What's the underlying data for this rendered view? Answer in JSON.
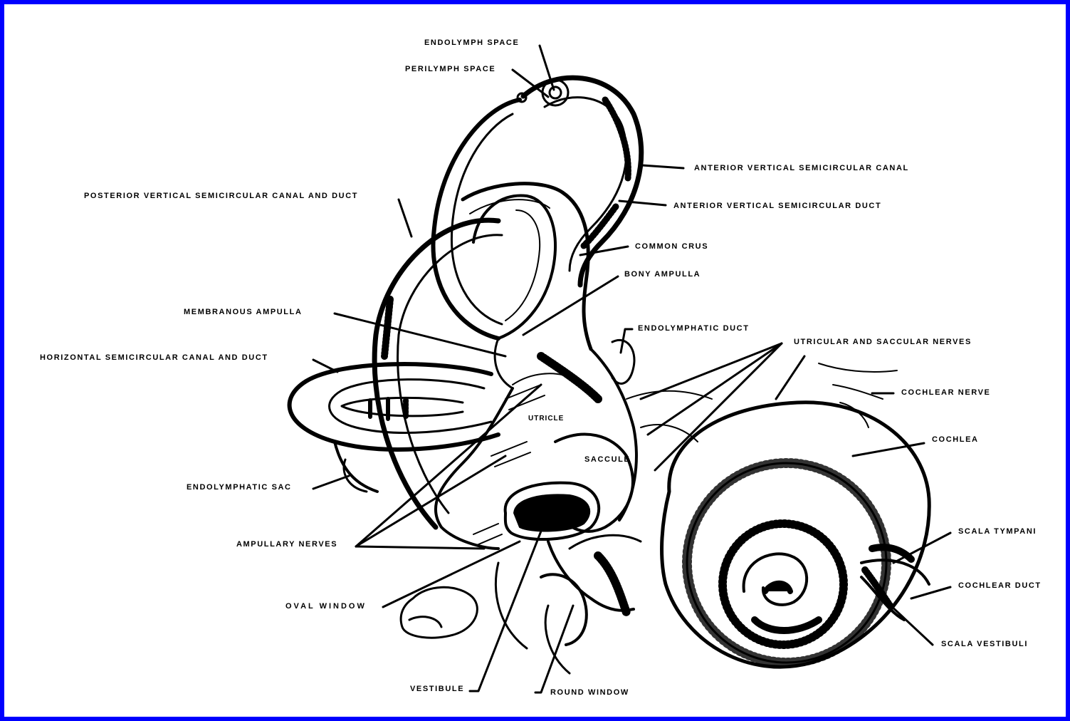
{
  "colors": {
    "border": "#0000ff",
    "background": "#ffffff",
    "ink": "#000000"
  },
  "labels": {
    "endolymph_space": "ENDOLYMPH SPACE",
    "perilymph_space": "PERILYMPH SPACE",
    "anterior_vertical_semicircular_canal": "ANTERIOR VERTICAL SEMICIRCULAR CANAL",
    "anterior_vertical_semicircular_duct": "ANTERIOR VERTICAL SEMICIRCULAR DUCT",
    "posterior_vertical_semicircular_canal_and_duct": "POSTERIOR VERTICAL SEMICIRCULAR CANAL AND DUCT",
    "common_crus": "COMMON CRUS",
    "bony_ampulla": "BONY AMPULLA",
    "membranous_ampulla": "MEMBRANOUS AMPULLA",
    "endolymphatic_duct": "ENDOLYMPHATIC DUCT",
    "utricular_and_saccular_nerves": "UTRICULAR AND SACCULAR NERVES",
    "horizontal_semicircular_canal_and_duct": "HORIZONTAL SEMICIRCULAR CANAL AND DUCT",
    "cochlear_nerve": "COCHLEAR NERVE",
    "utricle": "UTRICLE",
    "cochlea": "COCHLEA",
    "saccule": "SACCULE",
    "endolymphatic_sac": "ENDOLYMPHATIC SAC",
    "ampullary_nerves": "AMPULLARY NERVES",
    "scala_tympani": "SCALA TYMPANI",
    "cochlear_duct": "COCHLEAR DUCT",
    "oval_window": "OVAL WINDOW",
    "scala_vestibuli": "SCALA VESTIBULI",
    "vestibule": "VESTIBULE",
    "round_window": "ROUND WINDOW"
  }
}
